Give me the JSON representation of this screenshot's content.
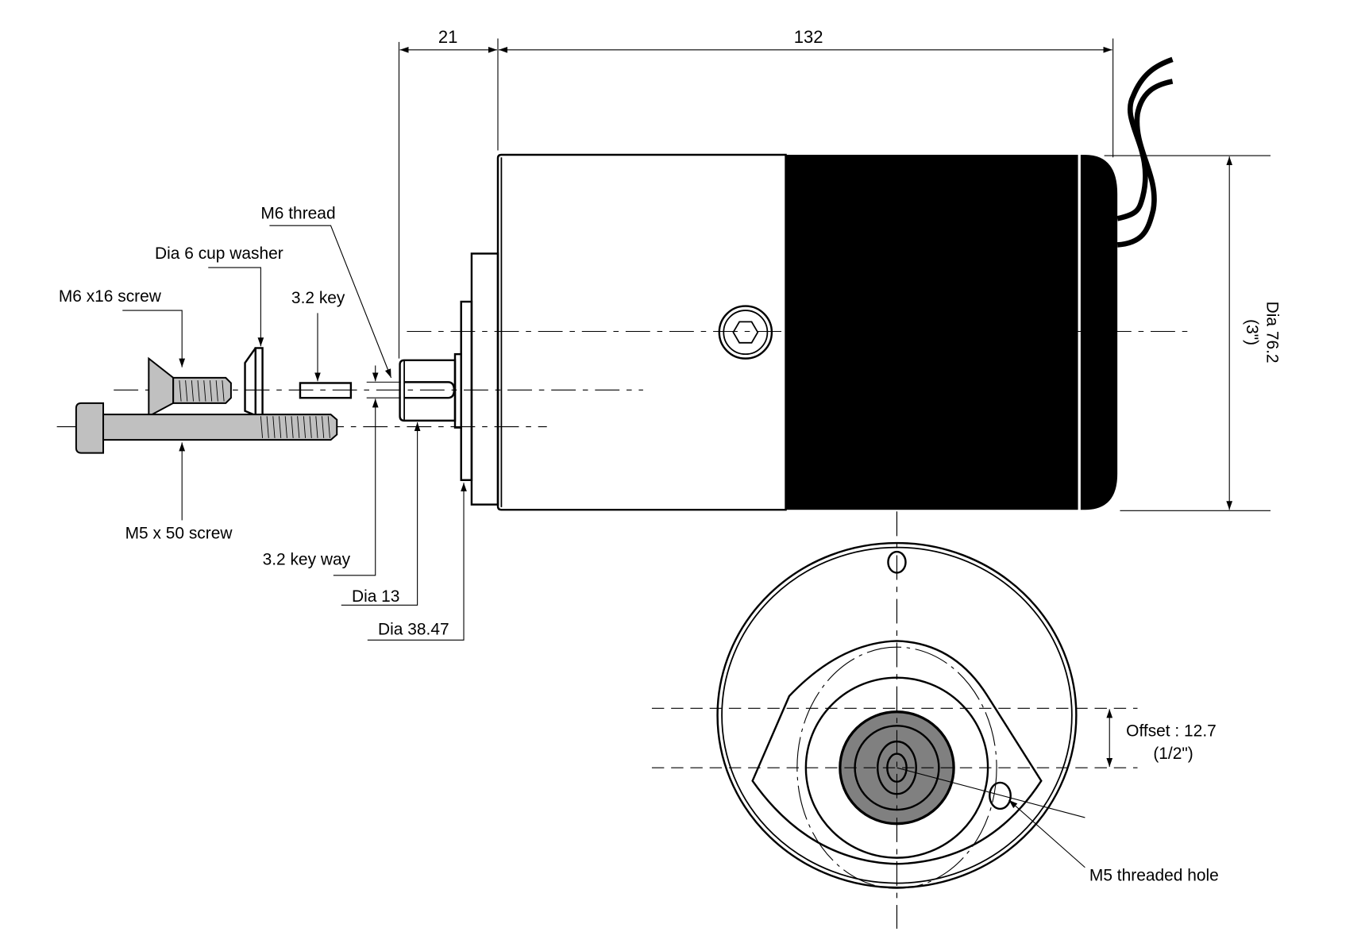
{
  "drawing": {
    "title": "Motor dimension drawing",
    "colors": {
      "line": "#000000",
      "body_dark": "#000000",
      "part_fill": "#c0c0c0",
      "bushing_fill": "#808080",
      "background": "#ffffff"
    },
    "dimensions": {
      "shaft_length": "21",
      "body_length": "132",
      "body_diameter": "Dia 76.2",
      "body_diameter_imperial": "(3\")",
      "offset": "Offset : 12.7",
      "offset_imperial": "(1/2\")"
    },
    "callouts": {
      "m6_thread": "M6 thread",
      "cup_washer": "Dia 6 cup washer",
      "m6_screw": "M6 x16 screw",
      "key": "3.2 key",
      "m5_screw": "M5 x 50 screw",
      "key_way": "3.2 key way",
      "dia_13": "Dia 13",
      "dia_38": "Dia 38.47",
      "m5_hole": "M5 threaded hole"
    }
  }
}
